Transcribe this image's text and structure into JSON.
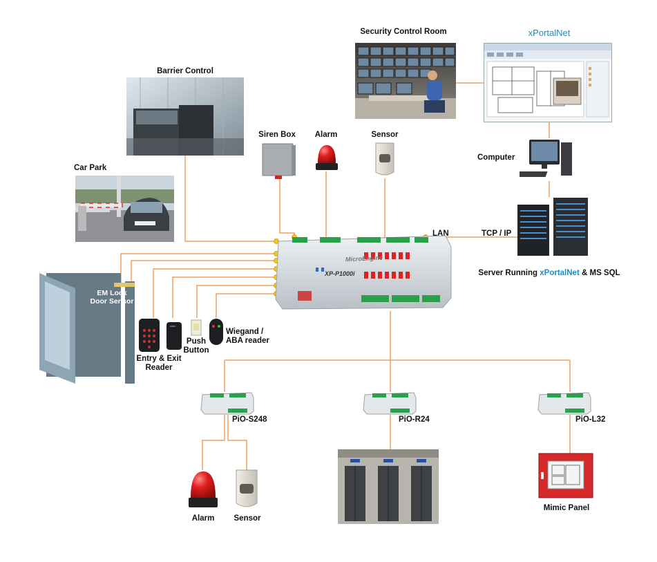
{
  "labels": {
    "security_control_room": "Security Control Room",
    "xportalnet_title": "xPortalNet",
    "barrier_control": "Barrier Control",
    "siren_box": "Siren Box",
    "alarm_top": "Alarm",
    "sensor_top": "Sensor",
    "computer": "Computer",
    "car_park": "Car Park",
    "lan": "LAN",
    "tcp_ip": "TCP / IP",
    "server_prefix": "Server Running ",
    "server_brand": "xPortalNet",
    "server_suffix": " & MS SQL",
    "em_lock_line1": "EM Lock",
    "em_lock_line2": "Door Sensor",
    "entry_exit_line1": "Entry & Exit",
    "entry_exit_line2": "Reader",
    "push_line1": "Push",
    "push_line2": "Button",
    "wiegand_line1": "Wiegand /",
    "wiegand_line2": "ABA reader",
    "pio_s248": "PiO-S248",
    "pio_r24": "PiO-R24",
    "pio_l32": "PiO-L32",
    "alarm_bottom": "Alarm",
    "sensor_bottom": "Sensor",
    "mimic_panel": "Mimic Panel",
    "controller_model": "XP-P1000i",
    "controller_brand": "MicroEngine"
  },
  "colors": {
    "wire": "#f0a060",
    "connector": "#f5c518",
    "brand_blue": "#1a8ec8",
    "alarm_red": "#d81e1e"
  }
}
